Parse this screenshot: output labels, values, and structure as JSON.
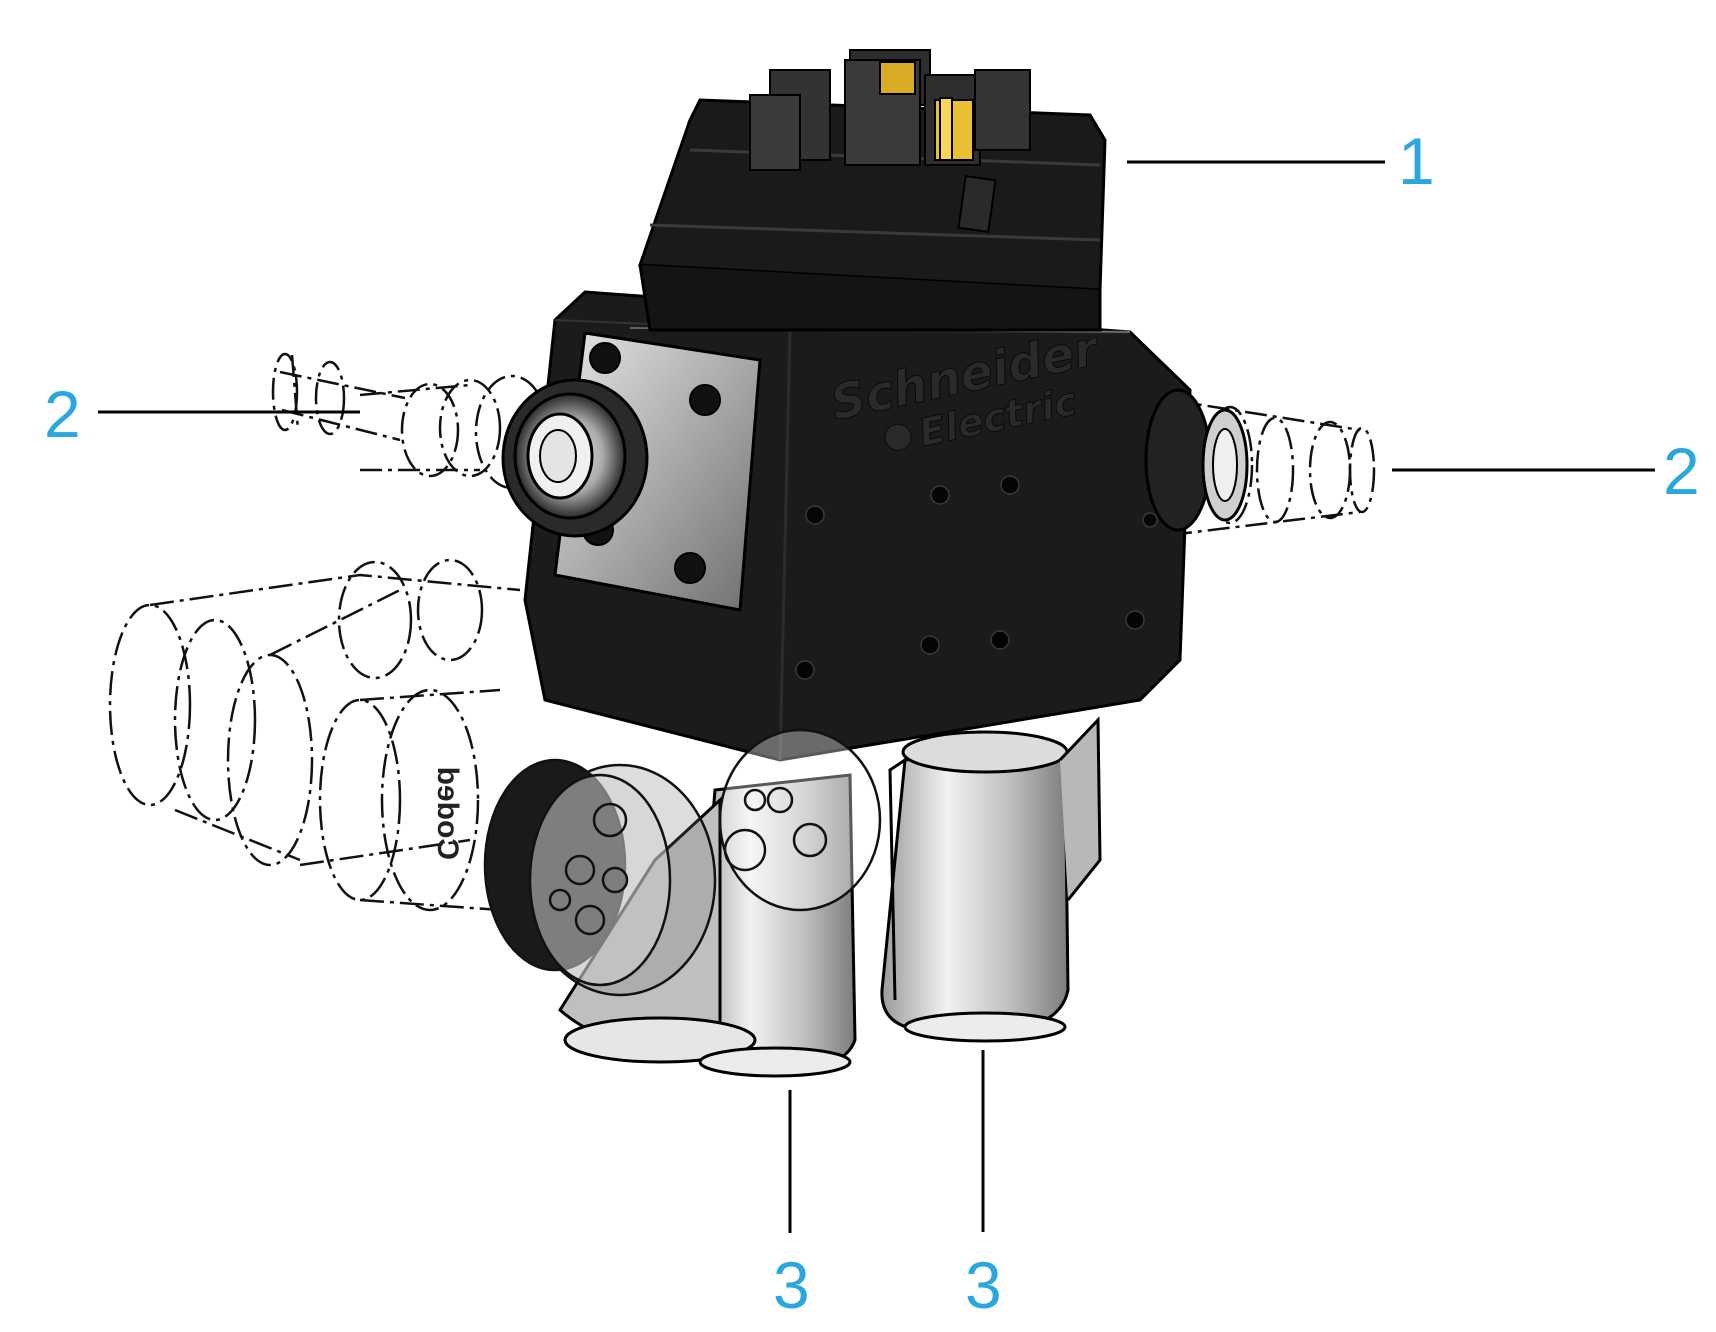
{
  "colors": {
    "callout_text": "#2aa7df",
    "leader_line": "#000000",
    "housing": "#1a1a1a",
    "housing_edge": "#0a0a0a",
    "metal": "#c9c9c9",
    "yellow_terminal": "#e9bf33",
    "ghost_outline": "#111111"
  },
  "brand": {
    "line1": "Schneider",
    "line2": "Electric"
  },
  "callouts": [
    {
      "id": "callout-1",
      "label": "1"
    },
    {
      "id": "callout-2-left",
      "label": "2"
    },
    {
      "id": "callout-2-right",
      "label": "2"
    },
    {
      "id": "callout-3-left",
      "label": "3"
    },
    {
      "id": "callout-3-right",
      "label": "3"
    }
  ],
  "markings": {
    "connector_text": "Coded"
  }
}
